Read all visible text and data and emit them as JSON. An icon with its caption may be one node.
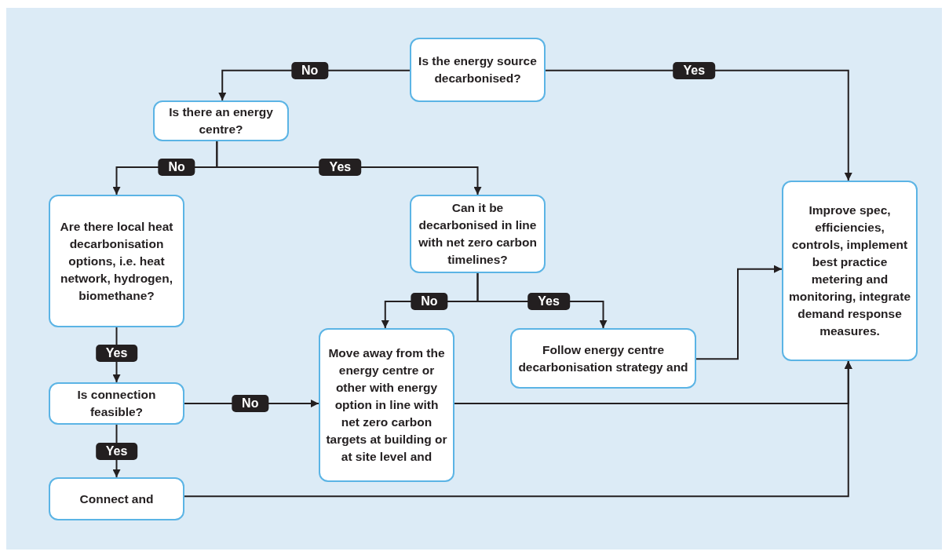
{
  "diagram": {
    "nodes": [
      {
        "text": [
          "Is the energy source decarbonised?"
        ]
      },
      {
        "text": [
          "Is there an energy centre?"
        ]
      },
      {
        "text": [
          "Are there local heat decarbonisation options, i.e. heat network, hydrogen, biomethane?"
        ]
      },
      {
        "text": [
          "Can it be decarbonised in line with net zero carbon timelines?"
        ]
      },
      {
        "text": [
          "Improve spec, efficiencies, controls, implement best practice metering and monitoring, integrate demand response measures."
        ]
      },
      {
        "text": [
          "Is connection feasible?"
        ]
      },
      {
        "text": [
          "Move away from the energy centre or other with energy option in line with net zero carbon targets at building or at site level and"
        ]
      },
      {
        "text": [
          "Follow energy centre decarbonisation strategy and"
        ]
      },
      {
        "text": [
          "Connect and"
        ]
      }
    ],
    "edges": [
      {
        "from": 0,
        "to": 1,
        "arrow": "to",
        "label": "No"
      },
      {
        "from": 0,
        "to": 4,
        "arrow": "to",
        "label": "Yes"
      },
      {
        "from": 1,
        "to": 2,
        "arrow": "to",
        "label": "No"
      },
      {
        "from": 1,
        "to": 3,
        "arrow": "to",
        "label": "Yes"
      },
      {
        "from": 2,
        "to": 5,
        "arrow": "to",
        "label": "Yes"
      },
      {
        "from": 3,
        "to": 6,
        "arrow": "to",
        "label": "No"
      },
      {
        "from": 3,
        "to": 7,
        "arrow": "to",
        "label": "Yes"
      },
      {
        "from": 5,
        "to": 6,
        "arrow": "to",
        "label": "No"
      },
      {
        "from": 5,
        "to": 8,
        "arrow": "to",
        "label": "Yes"
      },
      {
        "from": 7,
        "to": 4,
        "arrow": "to"
      },
      {
        "from": 6,
        "to": 4,
        "arrow": "to"
      },
      {
        "from": 8,
        "to": 4,
        "arrow": "to"
      }
    ]
  }
}
